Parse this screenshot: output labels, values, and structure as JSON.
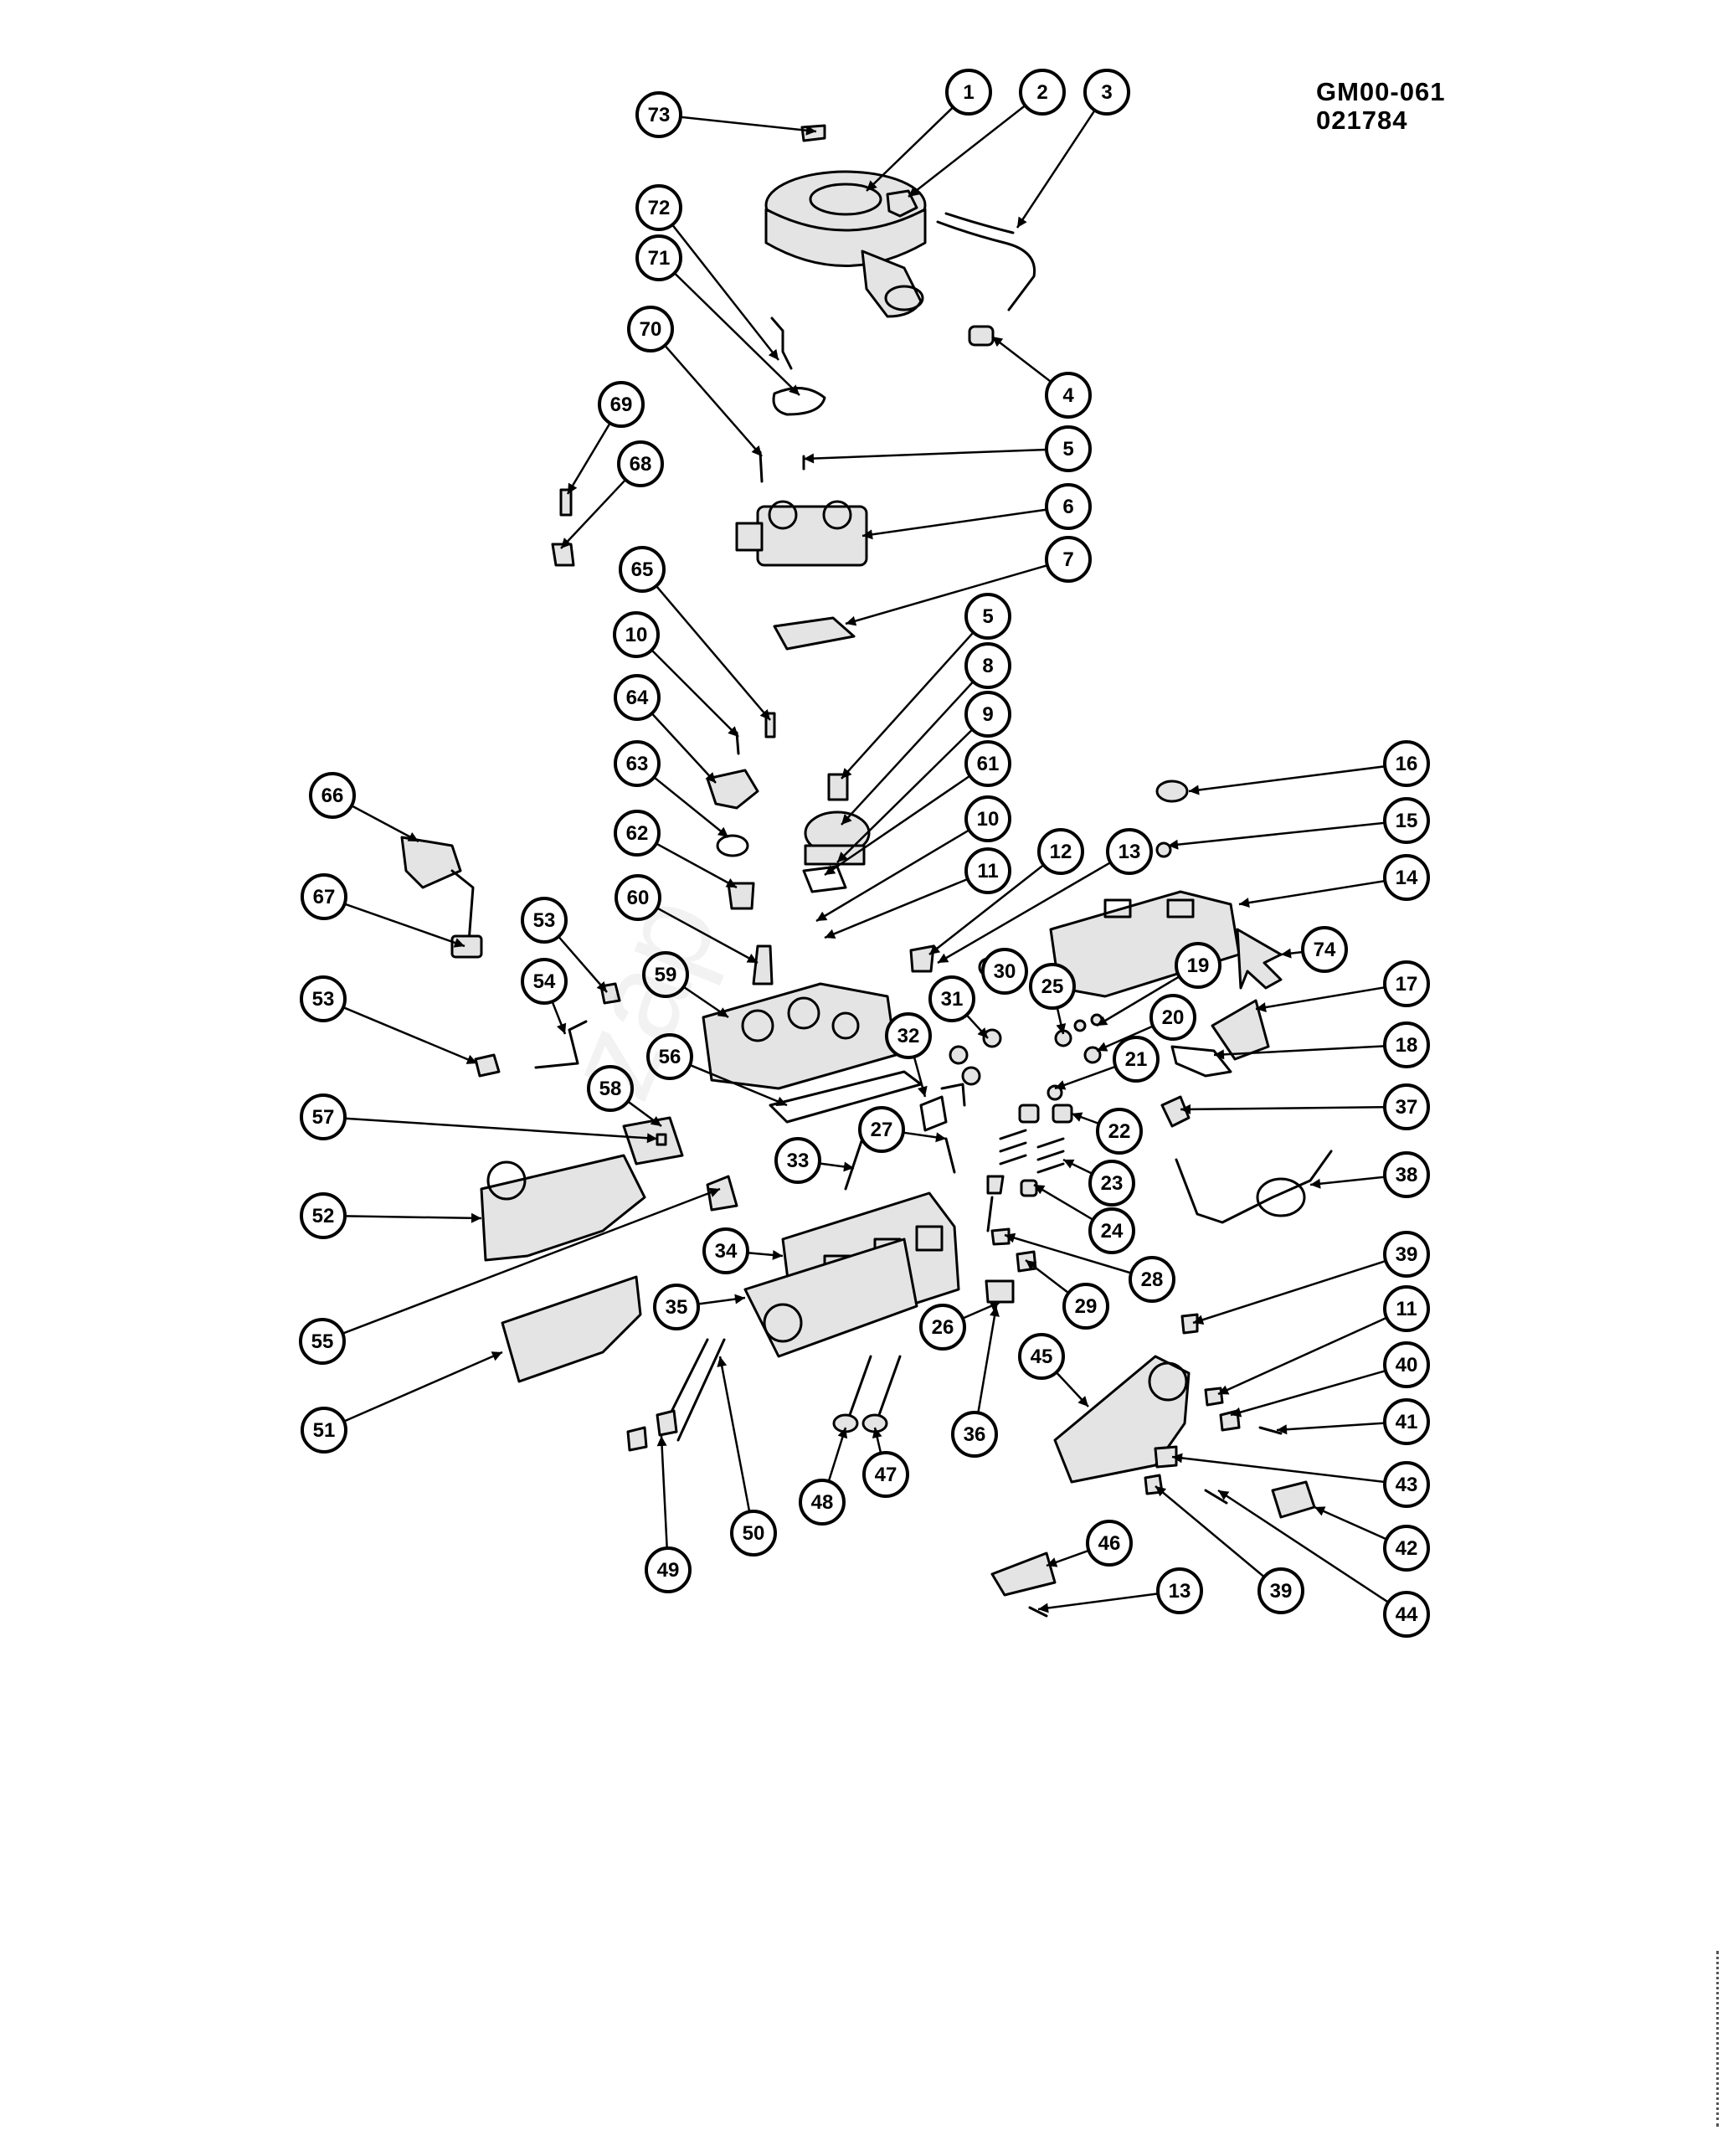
{
  "header": {
    "code_line_1": "GM00-061",
    "code_line_2": "021784"
  },
  "watermark_text": "zap",
  "callouts": [
    "73",
    "1",
    "2",
    "3",
    "72",
    "71",
    "70",
    "4",
    "5",
    "69",
    "68",
    "6",
    "7",
    "65",
    "5",
    "10",
    "8",
    "64",
    "9",
    "63",
    "61",
    "66",
    "16",
    "62",
    "10",
    "15",
    "11",
    "12",
    "13",
    "14",
    "67",
    "60",
    "53",
    "74",
    "54",
    "59",
    "30",
    "25",
    "19",
    "53",
    "31",
    "20",
    "17",
    "32",
    "21",
    "56",
    "18",
    "58",
    "22",
    "57",
    "27",
    "37",
    "33",
    "23",
    "38",
    "52",
    "24",
    "34",
    "28",
    "39",
    "55",
    "29",
    "35",
    "26",
    "11",
    "45",
    "40",
    "51",
    "41",
    "36",
    "43",
    "48",
    "47",
    "42",
    "50",
    "46",
    "39",
    "44",
    "49",
    "13"
  ]
}
